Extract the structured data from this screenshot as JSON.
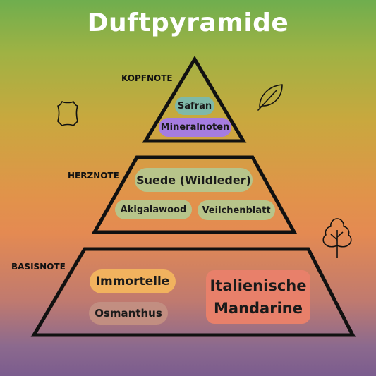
{
  "title": "Duftpyramide",
  "tiers": {
    "top": {
      "label": "KOPFNOTE",
      "notes": [
        "Safran",
        "Mineralnoten"
      ]
    },
    "middle": {
      "label": "HERZNOTE",
      "notes": [
        "Suede (Wildleder)",
        "Akigalawood",
        "Veilchenblatt"
      ]
    },
    "base": {
      "label": "BASISNOTE",
      "notes": [
        "Immortelle",
        "Osmanthus",
        "Italienische Mandarine"
      ]
    }
  },
  "colors": {
    "safran": "#7fb9a8",
    "mineralnoten": "#a57ce0",
    "herz_notes": "#b7c48a",
    "immortelle": "#f1b25e",
    "osmanthus": "#c28e81",
    "mandarine": "#e8806a"
  },
  "icons": [
    "leather-icon",
    "leaf-icon",
    "tree-icon"
  ]
}
